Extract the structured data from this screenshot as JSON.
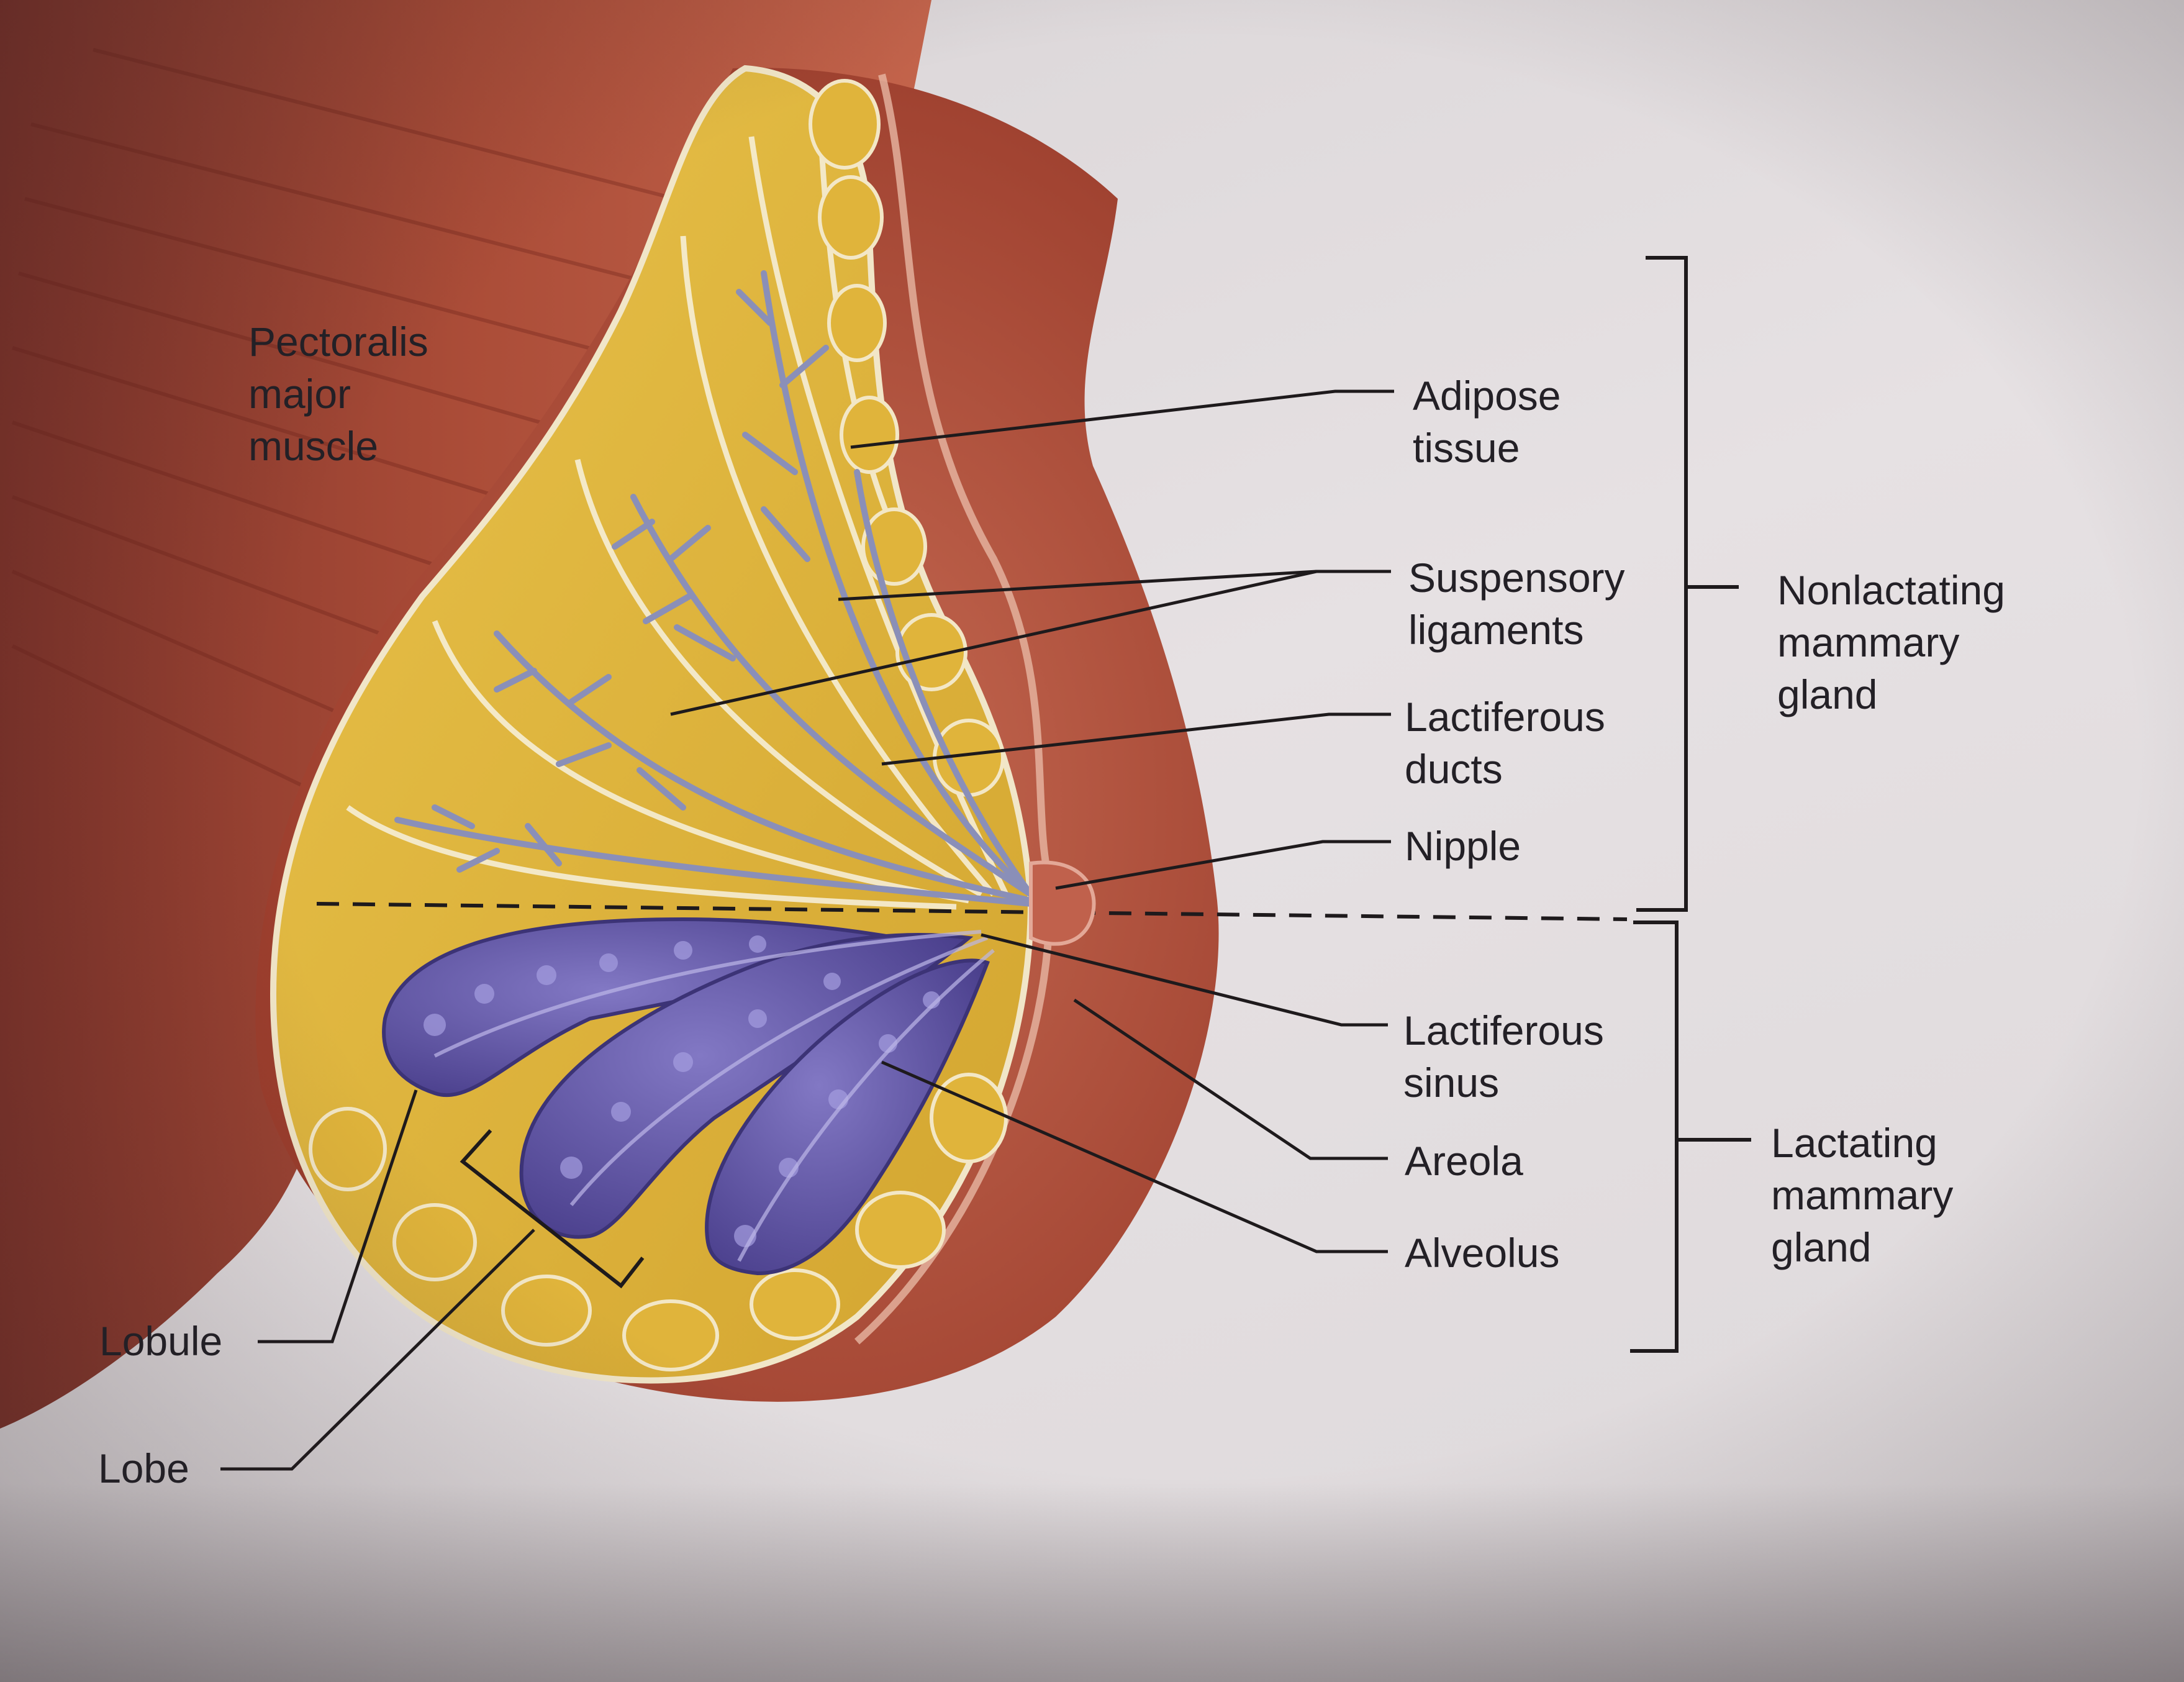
{
  "labels": {
    "pectoralis": "Pectoralis\nmajor\nmuscle",
    "adipose": "Adipose\ntissue",
    "suspensory": "Suspensory\nligaments",
    "ducts": "Lactiferous\nducts",
    "nipple": "Nipple",
    "sinus": "Lactiferous\nsinus",
    "areola": "Areola",
    "alveolus": "Alveolus",
    "lobule": "Lobule",
    "lobe": "Lobe",
    "nonlactating": "Nonlactating\nmammary\ngland",
    "lactating": "Lactating\nmammary\ngland"
  },
  "colors": {
    "muscle": "#9a3a2c",
    "skin": "#b9523f",
    "adipose": "#dcb23a",
    "alveoli": "#5a4fa0",
    "ducts": "#8a8fb8",
    "leader_lines": "#1e1a1c"
  }
}
